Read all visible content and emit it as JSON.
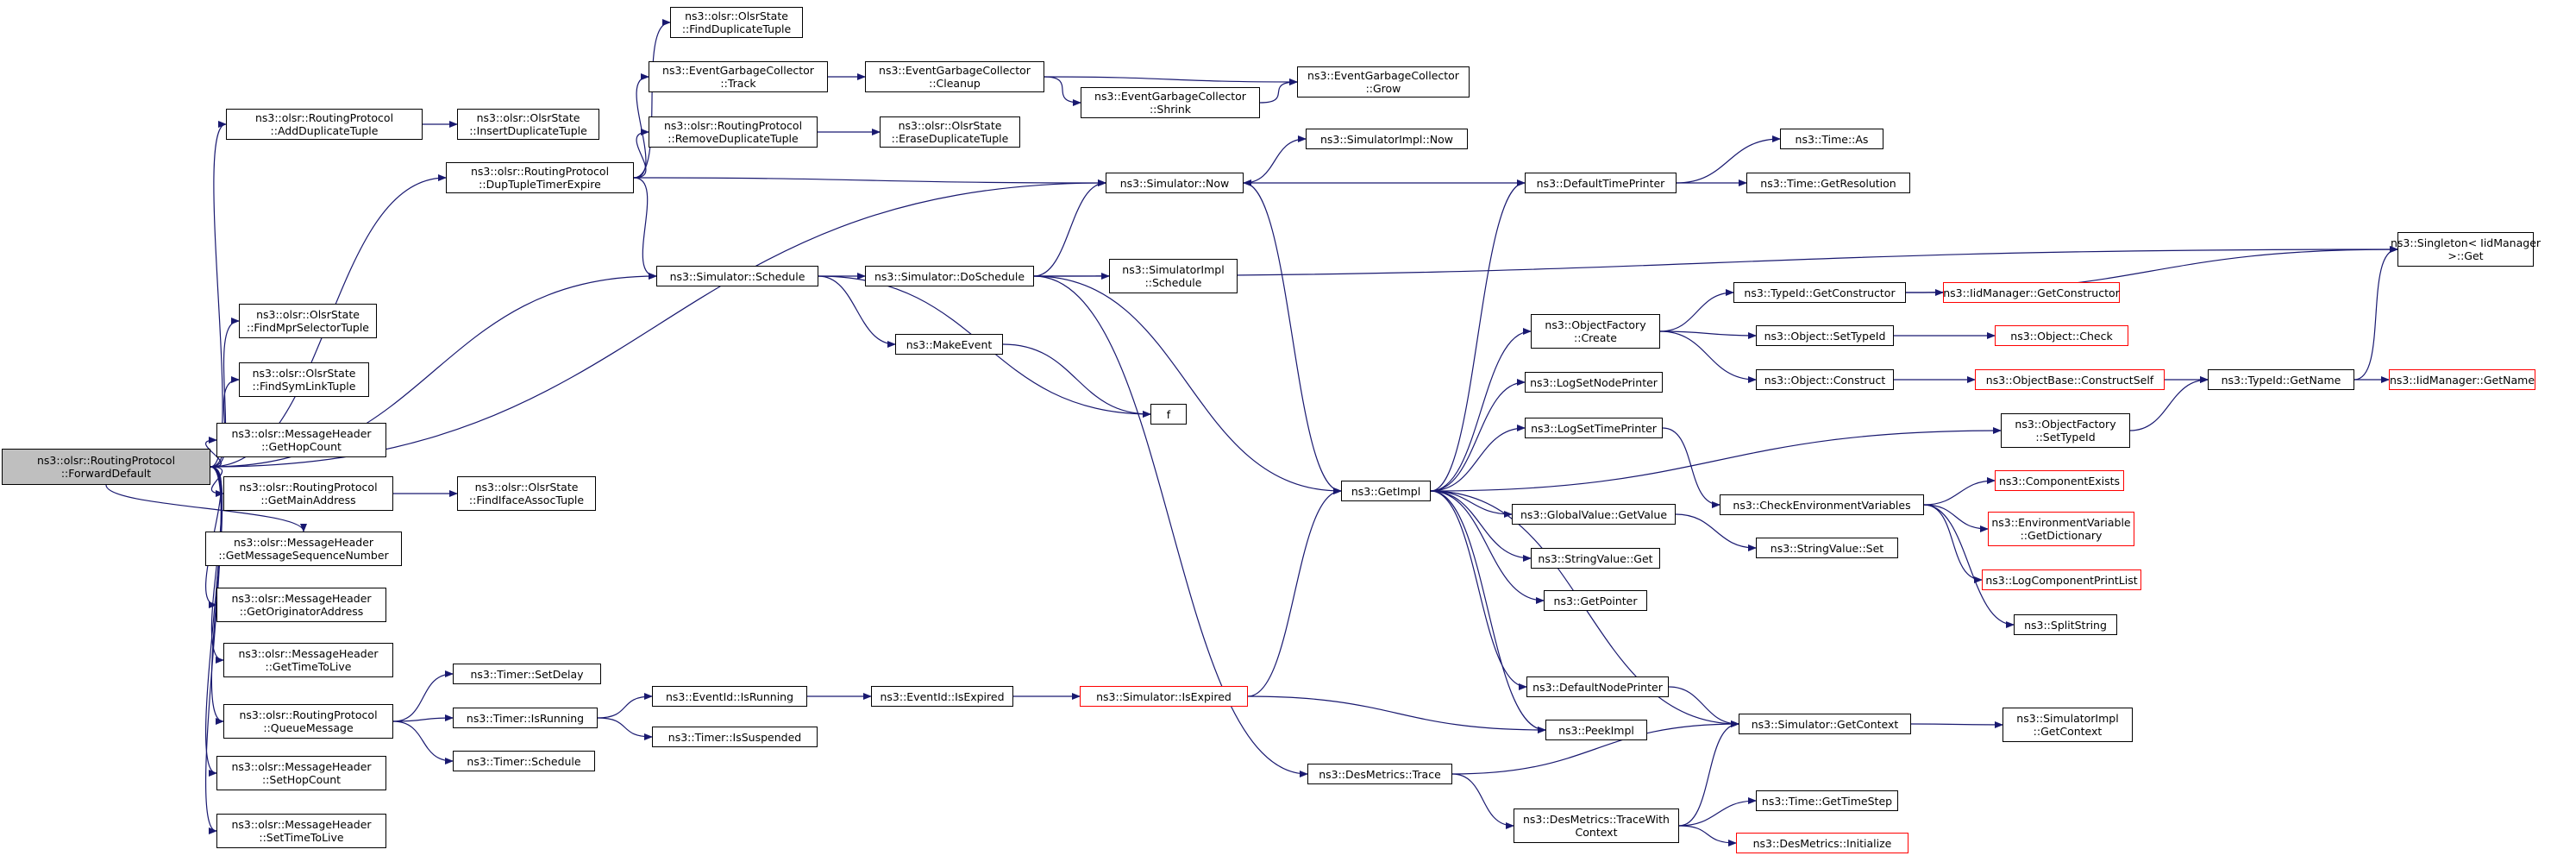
{
  "style": {
    "edge_color": "#191970",
    "red_border": "#ff0000",
    "root_fill": "#bfbfbf"
  },
  "nodes": [
    {
      "id": "root",
      "l1": "ns3::olsr::RoutingProtocol",
      "l2": "::ForwardDefault",
      "root": true
    },
    {
      "id": "addDup",
      "l1": "ns3::olsr::RoutingProtocol",
      "l2": "::AddDuplicateTuple"
    },
    {
      "id": "insDup",
      "l1": "ns3::olsr::OlsrState",
      "l2": "::InsertDuplicateTuple"
    },
    {
      "id": "findDup",
      "l1": "ns3::olsr::OlsrState",
      "l2": "::FindDuplicateTuple"
    },
    {
      "id": "dupExp",
      "l1": "ns3::olsr::RoutingProtocol",
      "l2": "::DupTupleTimerExpire"
    },
    {
      "id": "egcTrack",
      "l1": "ns3::EventGarbageCollector",
      "l2": "::Track"
    },
    {
      "id": "egcClean",
      "l1": "ns3::EventGarbageCollector",
      "l2": "::Cleanup"
    },
    {
      "id": "egcGrow",
      "l1": "ns3::EventGarbageCollector",
      "l2": "::Grow"
    },
    {
      "id": "egcShrink",
      "l1": "ns3::EventGarbageCollector",
      "l2": "::Shrink"
    },
    {
      "id": "remDup",
      "l1": "ns3::olsr::RoutingProtocol",
      "l2": "::RemoveDuplicateTuple"
    },
    {
      "id": "eraseDup",
      "l1": "ns3::olsr::OlsrState",
      "l2": "::EraseDuplicateTuple"
    },
    {
      "id": "simNow",
      "l1": "ns3::Simulator::Now"
    },
    {
      "id": "simImplNow",
      "l1": "ns3::SimulatorImpl::Now"
    },
    {
      "id": "defTime",
      "l1": "ns3::DefaultTimePrinter"
    },
    {
      "id": "timeAs",
      "l1": "ns3::Time::As"
    },
    {
      "id": "timeRes",
      "l1": "ns3::Time::GetResolution"
    },
    {
      "id": "singleton",
      "l1": "ns3::Singleton< IidManager",
      "l2": " >::Get"
    },
    {
      "id": "simSched",
      "l1": "ns3::Simulator::Schedule"
    },
    {
      "id": "doSched",
      "l1": "ns3::Simulator::DoSchedule"
    },
    {
      "id": "implSched",
      "l1": "ns3::SimulatorImpl",
      "l2": "::Schedule"
    },
    {
      "id": "findMpr",
      "l1": "ns3::olsr::OlsrState",
      "l2": "::FindMprSelectorTuple"
    },
    {
      "id": "findSym",
      "l1": "ns3::olsr::OlsrState",
      "l2": "::FindSymLinkTuple"
    },
    {
      "id": "makeEvent",
      "l1": "ns3::MakeEvent"
    },
    {
      "id": "f",
      "l1": "f"
    },
    {
      "id": "getHop",
      "l1": "ns3::olsr::MessageHeader",
      "l2": "::GetHopCount"
    },
    {
      "id": "getMain",
      "l1": "ns3::olsr::RoutingProtocol",
      "l2": "::GetMainAddress"
    },
    {
      "id": "findIface",
      "l1": "ns3::olsr::OlsrState",
      "l2": "::FindIfaceAssocTuple"
    },
    {
      "id": "getSeq",
      "l1": "ns3::olsr::MessageHeader",
      "l2": "::GetMessageSequenceNumber"
    },
    {
      "id": "getOrig",
      "l1": "ns3::olsr::MessageHeader",
      "l2": "::GetOriginatorAddress"
    },
    {
      "id": "getTtl",
      "l1": "ns3::olsr::MessageHeader",
      "l2": "::GetTimeToLive"
    },
    {
      "id": "queueMsg",
      "l1": "ns3::olsr::RoutingProtocol",
      "l2": "::QueueMessage"
    },
    {
      "id": "setHop",
      "l1": "ns3::olsr::MessageHeader",
      "l2": "::SetHopCount"
    },
    {
      "id": "setTtl",
      "l1": "ns3::olsr::MessageHeader",
      "l2": "::SetTimeToLive"
    },
    {
      "id": "timerDelay",
      "l1": "ns3::Timer::SetDelay"
    },
    {
      "id": "timerRun",
      "l1": "ns3::Timer::IsRunning"
    },
    {
      "id": "timerSched",
      "l1": "ns3::Timer::Schedule"
    },
    {
      "id": "evRun",
      "l1": "ns3::EventId::IsRunning"
    },
    {
      "id": "timerSusp",
      "l1": "ns3::Timer::IsSuspended"
    },
    {
      "id": "evExp",
      "l1": "ns3::EventId::IsExpired"
    },
    {
      "id": "simExp",
      "l1": "ns3::Simulator::IsExpired",
      "red": true
    },
    {
      "id": "getImpl",
      "l1": "ns3::GetImpl"
    },
    {
      "id": "objFactCreate",
      "l1": "ns3::ObjectFactory",
      "l2": "::Create"
    },
    {
      "id": "logNodePr",
      "l1": "ns3::LogSetNodePrinter"
    },
    {
      "id": "logTimePr",
      "l1": "ns3::LogSetTimePrinter"
    },
    {
      "id": "gvGet",
      "l1": "ns3::GlobalValue::GetValue"
    },
    {
      "id": "svGet",
      "l1": "ns3::StringValue::Get"
    },
    {
      "id": "getPtr",
      "l1": "ns3::GetPointer"
    },
    {
      "id": "defNodePr",
      "l1": "ns3::DefaultNodePrinter"
    },
    {
      "id": "peekImpl",
      "l1": "ns3::PeekImpl"
    },
    {
      "id": "typeGetCtor",
      "l1": "ns3::TypeId::GetConstructor"
    },
    {
      "id": "iidGetCtor",
      "l1": "ns3::IidManager::GetConstructor",
      "red": true
    },
    {
      "id": "objSetType",
      "l1": "ns3::Object::SetTypeId"
    },
    {
      "id": "objCheck",
      "l1": "ns3::Object::Check",
      "red": true
    },
    {
      "id": "objConstruct",
      "l1": "ns3::Object::Construct"
    },
    {
      "id": "constructSelf",
      "l1": "ns3::ObjectBase::ConstructSelf",
      "red": true
    },
    {
      "id": "typeGetName",
      "l1": "ns3::TypeId::GetName"
    },
    {
      "id": "iidGetName",
      "l1": "ns3::IidManager::GetName",
      "red": true
    },
    {
      "id": "ofSetType",
      "l1": "ns3::ObjectFactory",
      "l2": "::SetTypeId"
    },
    {
      "id": "checkEnv",
      "l1": "ns3::CheckEnvironmentVariables"
    },
    {
      "id": "compExists",
      "l1": "ns3::ComponentExists",
      "red": true
    },
    {
      "id": "envGetDict",
      "l1": "ns3::EnvironmentVariable",
      "l2": "::GetDictionary",
      "red": true
    },
    {
      "id": "logCompPrint",
      "l1": "ns3::LogComponentPrintList",
      "red": true
    },
    {
      "id": "splitStr",
      "l1": "ns3::SplitString"
    },
    {
      "id": "svSet",
      "l1": "ns3::StringValue::Set"
    },
    {
      "id": "simGetCtx",
      "l1": "ns3::Simulator::GetContext"
    },
    {
      "id": "implGetCtx",
      "l1": "ns3::SimulatorImpl",
      "l2": "::GetContext"
    },
    {
      "id": "desTrace",
      "l1": "ns3::DesMetrics::Trace"
    },
    {
      "id": "desTraceCtx",
      "l1": "ns3::DesMetrics::TraceWith",
      "l2": "Context"
    },
    {
      "id": "timeStep",
      "l1": "ns3::Time::GetTimeStep"
    },
    {
      "id": "desInit",
      "l1": "ns3::DesMetrics::Initialize",
      "red": true
    }
  ],
  "edges": [
    [
      "root",
      "addDup"
    ],
    [
      "root",
      "dupExp"
    ],
    [
      "root",
      "simNow"
    ],
    [
      "root",
      "simSched"
    ],
    [
      "root",
      "findMpr"
    ],
    [
      "root",
      "findSym"
    ],
    [
      "root",
      "getHop"
    ],
    [
      "root",
      "getMain"
    ],
    [
      "root",
      "getSeq"
    ],
    [
      "root",
      "getOrig"
    ],
    [
      "root",
      "getTtl"
    ],
    [
      "root",
      "queueMsg"
    ],
    [
      "root",
      "setHop"
    ],
    [
      "root",
      "setTtl"
    ],
    [
      "addDup",
      "insDup"
    ],
    [
      "dupExp",
      "findDup"
    ],
    [
      "dupExp",
      "egcTrack"
    ],
    [
      "dupExp",
      "remDup"
    ],
    [
      "dupExp",
      "simNow"
    ],
    [
      "dupExp",
      "simSched"
    ],
    [
      "egcTrack",
      "egcClean"
    ],
    [
      "egcClean",
      "egcGrow"
    ],
    [
      "egcClean",
      "egcShrink"
    ],
    [
      "egcShrink",
      "egcGrow"
    ],
    [
      "remDup",
      "eraseDup"
    ],
    [
      "simNow",
      "simImplNow"
    ],
    [
      "simNow",
      "getImpl"
    ],
    [
      "defTime",
      "simNow"
    ],
    [
      "defTime",
      "timeAs"
    ],
    [
      "defTime",
      "timeRes"
    ],
    [
      "simSched",
      "doSched"
    ],
    [
      "simSched",
      "makeEvent"
    ],
    [
      "simSched",
      "f"
    ],
    [
      "doSched",
      "simNow"
    ],
    [
      "doSched",
      "implSched"
    ],
    [
      "doSched",
      "singleton"
    ],
    [
      "doSched",
      "getImpl"
    ],
    [
      "doSched",
      "desTrace"
    ],
    [
      "makeEvent",
      "f"
    ],
    [
      "getMain",
      "findIface"
    ],
    [
      "queueMsg",
      "timerDelay"
    ],
    [
      "queueMsg",
      "timerRun"
    ],
    [
      "queueMsg",
      "timerSched"
    ],
    [
      "timerRun",
      "evRun"
    ],
    [
      "timerRun",
      "timerSusp"
    ],
    [
      "evRun",
      "evExp"
    ],
    [
      "evExp",
      "simExp"
    ],
    [
      "simExp",
      "getImpl"
    ],
    [
      "simExp",
      "peekImpl"
    ],
    [
      "getImpl",
      "defTime"
    ],
    [
      "getImpl",
      "objFactCreate"
    ],
    [
      "getImpl",
      "logNodePr"
    ],
    [
      "getImpl",
      "ofSetType"
    ],
    [
      "getImpl",
      "logTimePr"
    ],
    [
      "getImpl",
      "gvGet"
    ],
    [
      "getImpl",
      "svGet"
    ],
    [
      "getImpl",
      "getPtr"
    ],
    [
      "getImpl",
      "defNodePr"
    ],
    [
      "getImpl",
      "peekImpl"
    ],
    [
      "getImpl",
      "simGetCtx"
    ],
    [
      "objFactCreate",
      "typeGetCtor"
    ],
    [
      "objFactCreate",
      "objSetType"
    ],
    [
      "objFactCreate",
      "objConstruct"
    ],
    [
      "typeGetCtor",
      "singleton"
    ],
    [
      "typeGetCtor",
      "iidGetCtor"
    ],
    [
      "objSetType",
      "objCheck"
    ],
    [
      "objConstruct",
      "constructSelf"
    ],
    [
      "constructSelf",
      "typeGetName"
    ],
    [
      "typeGetName",
      "singleton"
    ],
    [
      "typeGetName",
      "iidGetName"
    ],
    [
      "ofSetType",
      "typeGetName"
    ],
    [
      "logTimePr",
      "checkEnv"
    ],
    [
      "checkEnv",
      "compExists"
    ],
    [
      "checkEnv",
      "envGetDict"
    ],
    [
      "checkEnv",
      "logCompPrint"
    ],
    [
      "checkEnv",
      "splitStr"
    ],
    [
      "gvGet",
      "svSet"
    ],
    [
      "defNodePr",
      "simGetCtx"
    ],
    [
      "simGetCtx",
      "implGetCtx"
    ],
    [
      "desTrace",
      "simGetCtx"
    ],
    [
      "desTrace",
      "desTraceCtx"
    ],
    [
      "desTraceCtx",
      "simGetCtx"
    ],
    [
      "desTraceCtx",
      "timeStep"
    ],
    [
      "desTraceCtx",
      "desInit"
    ]
  ]
}
